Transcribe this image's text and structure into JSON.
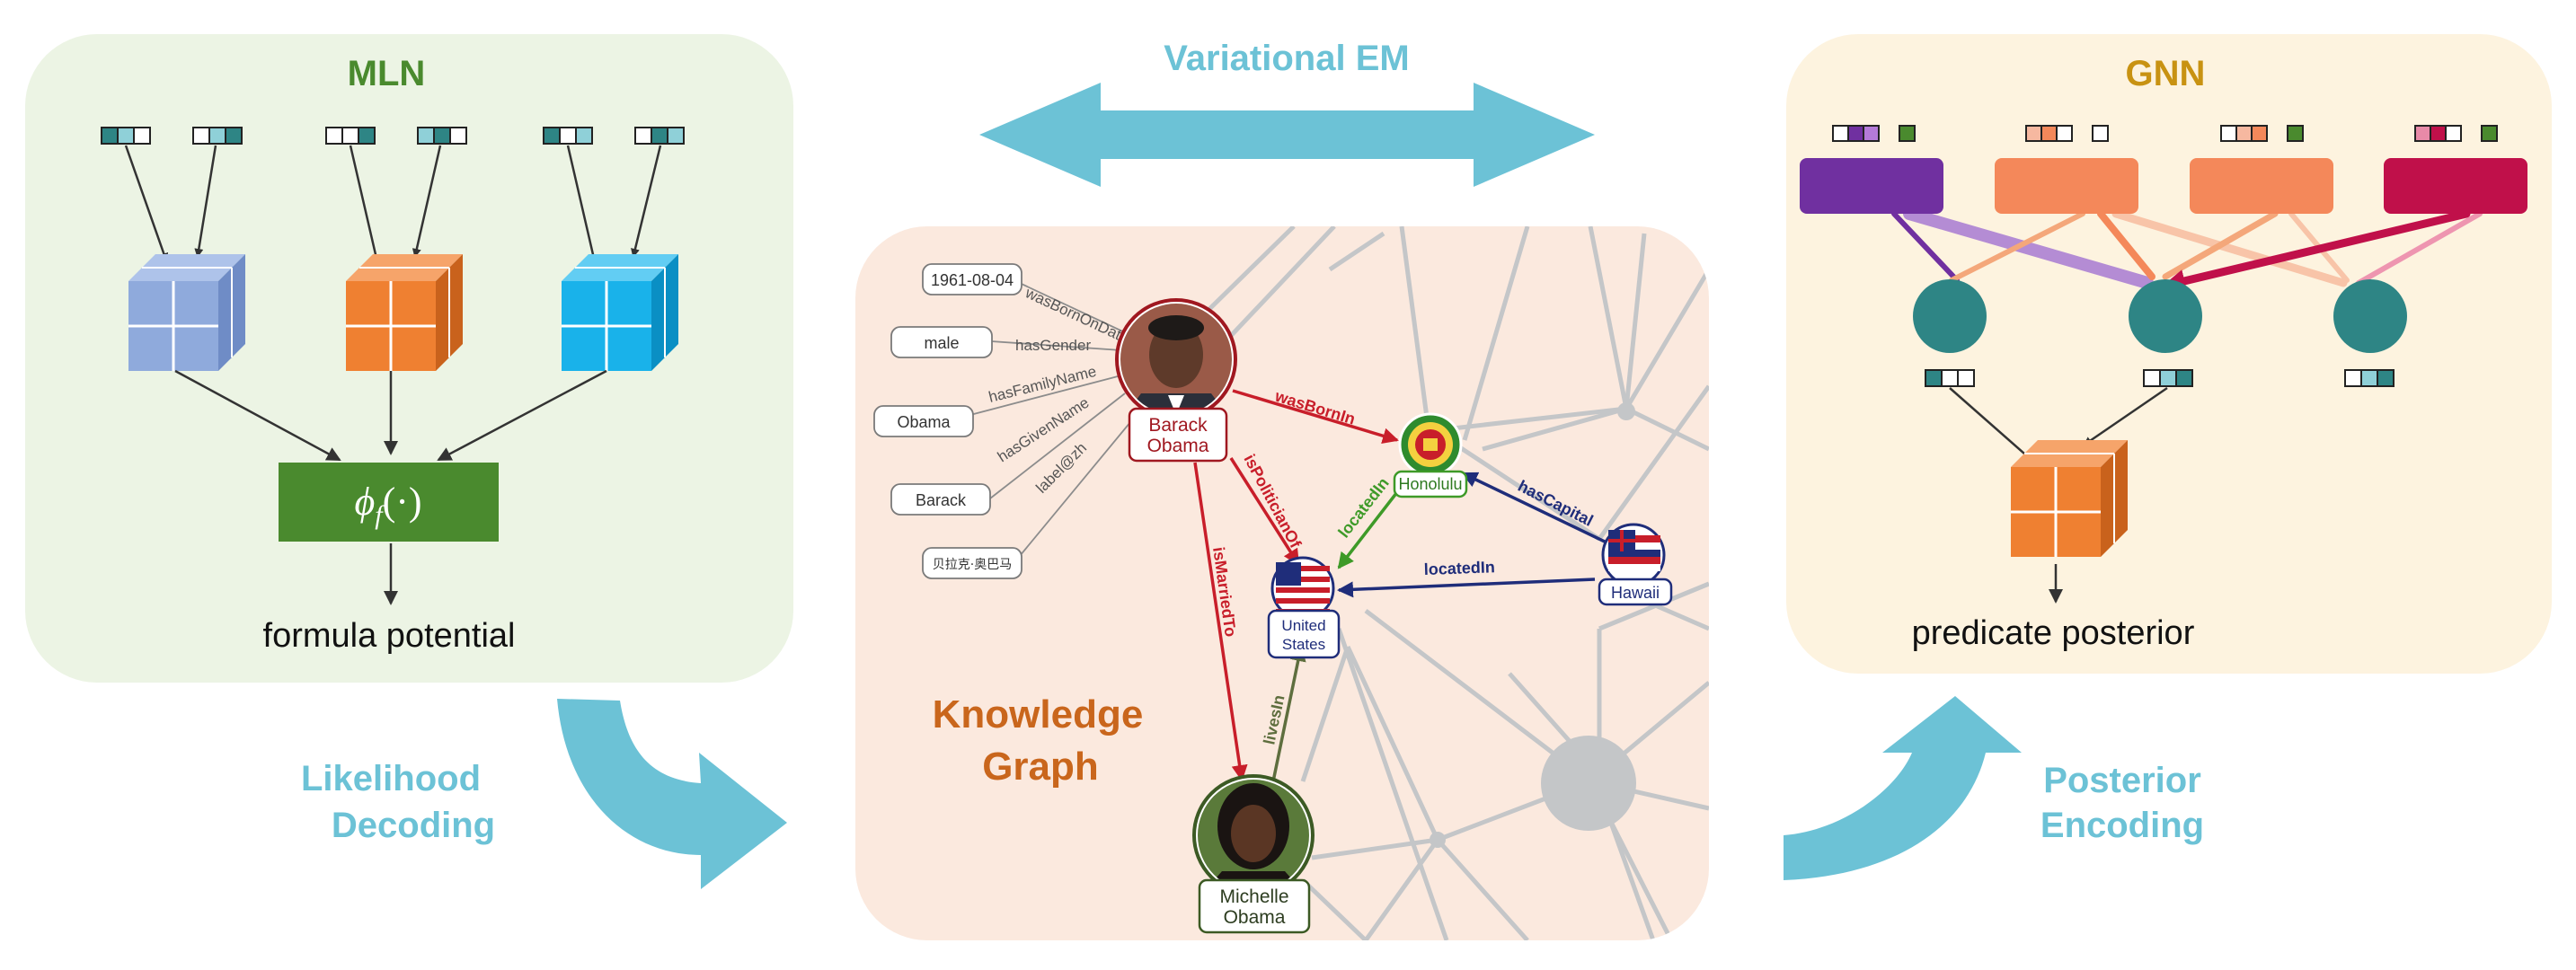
{
  "panels": {
    "mln": {
      "title": "MLN",
      "formula": "ϕ",
      "formula_sub": "f",
      "formula_args": "(·)",
      "caption": "formula potential"
    },
    "gnn": {
      "title": "GNN",
      "caption": "predicate posterior"
    },
    "kg": {
      "title_line1": "Knowledge",
      "title_line2": "Graph"
    }
  },
  "arrows": {
    "top": "Variational EM",
    "left_line1": "Likelihood",
    "left_line2": "Decoding",
    "right_line1": "Posterior",
    "right_line2": "Encoding"
  },
  "kg": {
    "barack": {
      "line1": "Barack",
      "line2": "Obama"
    },
    "michelle": {
      "line1": "Michelle",
      "line2": "Obama"
    },
    "honolulu": "Honolulu",
    "hawaii": "Hawaii",
    "us": {
      "line1": "United",
      "line2": "States"
    },
    "literals": [
      "1961-08-04",
      "male",
      "Obama",
      "Barack",
      "贝拉克·奥巴马"
    ],
    "literal_edges": [
      "wasBornOnDate",
      "hasGender",
      "hasFamilyName",
      "hasGivenName",
      "label@zh"
    ],
    "edges": {
      "wasBornIn": "wasBornIn",
      "isPoliticianOf": "isPoliticianOf",
      "isMarriedTo": "isMarriedTo",
      "livesIn": "livesIn",
      "locatedIn_honolulu": "locatedIn",
      "locatedIn_hawaii": "locatedIn",
      "hasCapital": "hasCapital"
    }
  },
  "colors": {
    "mln_bg": "#ecf4e4",
    "gnn_bg": "#fdf3df",
    "kg_bg": "#fbe9de",
    "arrow": "#6cc2d6",
    "mln_title": "#4a8a2e",
    "gnn_title": "#c89212",
    "kg_title": "#c9661c",
    "phi_box": "#4a8a2e",
    "red_edge": "#c81e2a",
    "blue_edge": "#1f2d7a",
    "green_edge": "#3e9a28",
    "olive_edge": "#5e6e3e",
    "teal_node": "#2e8585",
    "cube_blue": "#8faadc",
    "cube_orange": "#ef8031",
    "cube_cyan": "#19b2ea",
    "purple": "#7030a0",
    "salmon": "#f4885a",
    "crimson": "#c0104a"
  }
}
